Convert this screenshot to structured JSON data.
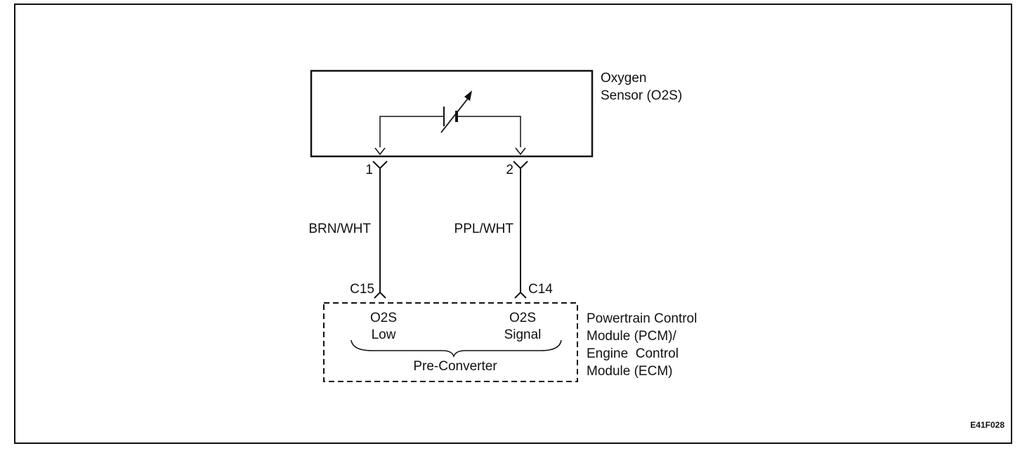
{
  "sensor": {
    "name_line1": "Oxygen",
    "name_line2": "Sensor (O2S)",
    "pin1": "1",
    "pin2": "2"
  },
  "wires": {
    "left_color": "BRN/WHT",
    "right_color": "PPL/WHT"
  },
  "module": {
    "connector_left": "C15",
    "connector_right": "C14",
    "left_term_line1": "O2S",
    "left_term_line2": "Low",
    "right_term_line1": "O2S",
    "right_term_line2": "Signal",
    "group_label": "Pre-Converter",
    "name_line1": "Powertrain Control",
    "name_line2": "Module (PCM)/",
    "name_line3": "Engine  Control",
    "name_line4": "Module (ECM)"
  },
  "figure_id": "E41F028"
}
